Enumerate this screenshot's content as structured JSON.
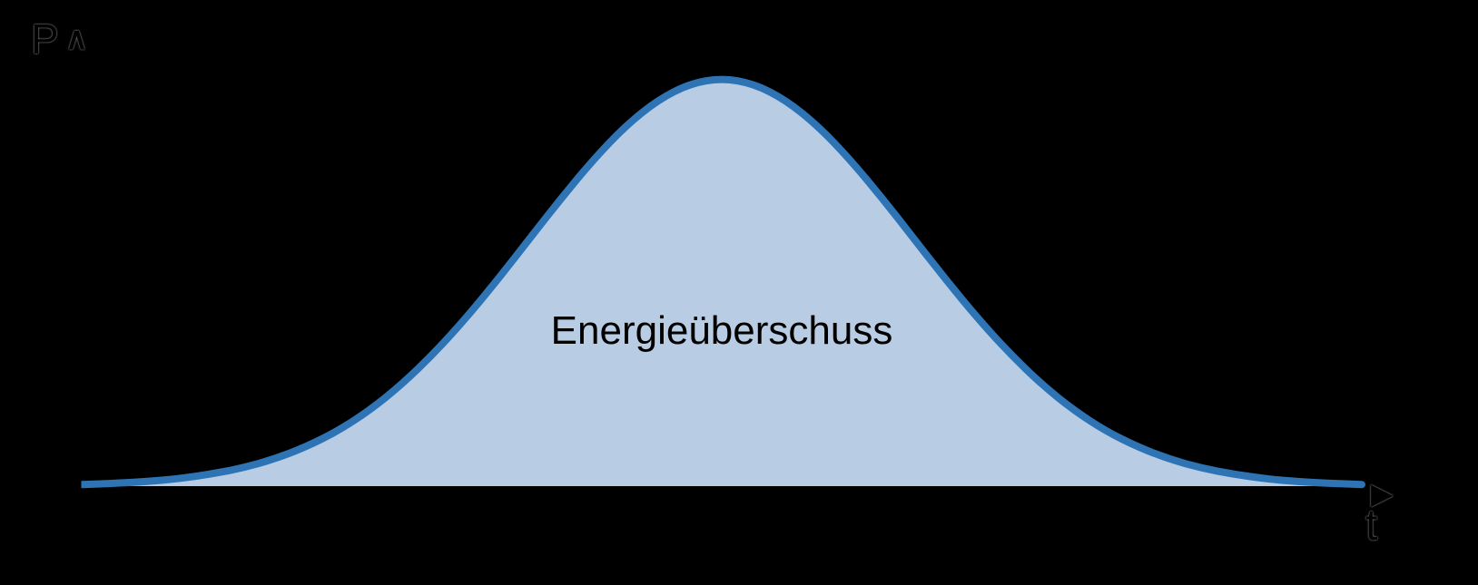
{
  "chart_data": {
    "type": "area",
    "title": "",
    "xlabel": "t",
    "ylabel": "P",
    "annotation": "Energieüberschuss",
    "curve": "gaussian-bell",
    "grid": false,
    "legend": "none",
    "x_range": [
      0,
      1
    ],
    "y_range": [
      0,
      1.1
    ],
    "x": [
      0.0,
      0.025,
      0.05,
      0.075,
      0.1,
      0.125,
      0.15,
      0.175,
      0.2,
      0.225,
      0.25,
      0.275,
      0.3,
      0.325,
      0.35,
      0.375,
      0.4,
      0.425,
      0.45,
      0.475,
      0.5,
      0.525,
      0.55,
      0.575,
      0.6,
      0.625,
      0.65,
      0.675,
      0.7,
      0.725,
      0.75,
      0.775,
      0.8,
      0.825,
      0.85,
      0.875,
      0.9,
      0.925,
      0.95,
      0.975,
      1.0
    ],
    "values": [
      0.004,
      0.007,
      0.011,
      0.018,
      0.029,
      0.044,
      0.066,
      0.096,
      0.135,
      0.186,
      0.249,
      0.325,
      0.411,
      0.506,
      0.607,
      0.707,
      0.801,
      0.883,
      0.946,
      0.986,
      1.0,
      0.986,
      0.946,
      0.883,
      0.801,
      0.707,
      0.607,
      0.506,
      0.411,
      0.325,
      0.249,
      0.186,
      0.135,
      0.096,
      0.066,
      0.044,
      0.029,
      0.018,
      0.011,
      0.007,
      0.004
    ],
    "fill_color": "#b8cce4",
    "stroke_color": "#2e74b5",
    "axis_color": "#000000",
    "text_color": "#000000",
    "background_color": "#000000"
  },
  "icons": {
    "y_axis_arrow": "∧",
    "x_axis_arrow": "▶"
  }
}
